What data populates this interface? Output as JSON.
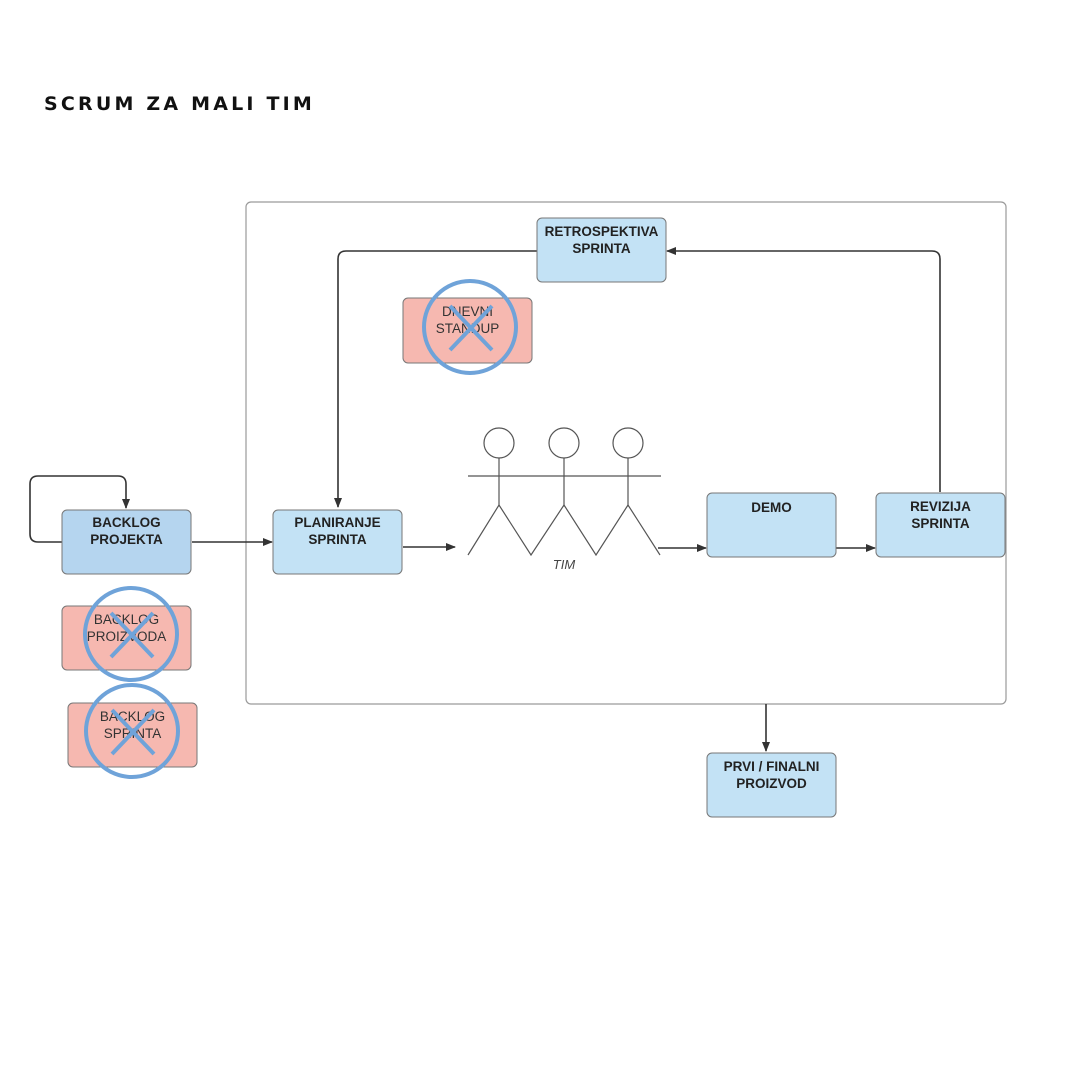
{
  "title": "SCRUM ZA MALI TIM",
  "colors": {
    "active_fill": "#c3e2f5",
    "active_fill_dark": "#b5d5ef",
    "removed_fill": "#f6b8b0",
    "cross_mark": "#6fa3d9",
    "line": "#333333"
  },
  "nodes": {
    "retrospektiva": {
      "line1": "RETROSPEKTIVA",
      "line2": "SPRINTA"
    },
    "dnevni_standup": {
      "line1": "DNEVNI",
      "line2": "STANDUP",
      "status": "removed"
    },
    "backlog_projekta": {
      "line1": "BACKLOG",
      "line2": "PROJEKTA"
    },
    "planiranje": {
      "line1": "PLANIRANJE",
      "line2": "SPRINTA"
    },
    "tim": {
      "label": "TIM",
      "icon": "stick-figure-team-icon"
    },
    "demo": {
      "line1": "DEMO"
    },
    "revizija": {
      "line1": "REVIZIJA",
      "line2": "SPRINTA"
    },
    "backlog_proizvoda": {
      "line1": "BACKLOG",
      "line2": "PROIZVODA",
      "status": "removed"
    },
    "backlog_sprinta": {
      "line1": "BACKLOG",
      "line2": "SPRINTA",
      "status": "removed"
    },
    "prvi_finalni": {
      "line1": "PRVI / FINALNI",
      "line2": "PROIZVOD"
    }
  }
}
